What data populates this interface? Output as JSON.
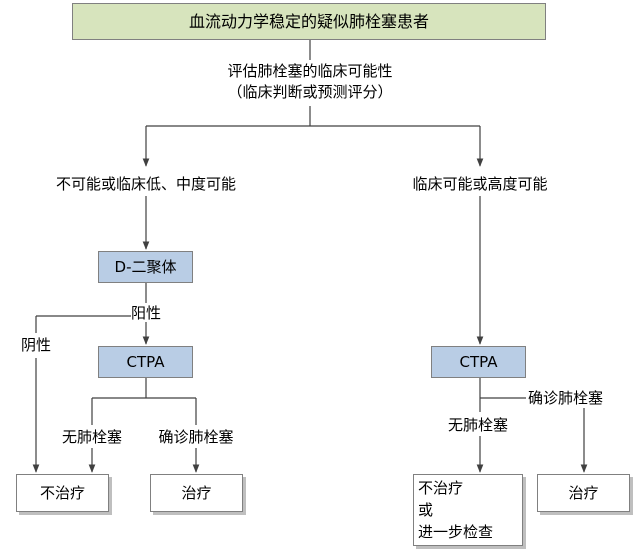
{
  "nodes": {
    "top": "血流动力学稳定的疑似肺栓塞患者",
    "assess_line1": "评估肺栓塞的临床可能性",
    "assess_line2": "（临床判断或预测评分）",
    "left_branch": "不可能或临床低、中度可能",
    "right_branch": "临床可能或高度可能",
    "ddimer": "D-二聚体",
    "positive": "阳性",
    "negative": "阴性",
    "ctpa_left": "CTPA",
    "ctpa_right": "CTPA",
    "no_pe_left": "无肺栓塞",
    "confirmed_left": "确诊肺栓塞",
    "no_pe_right": "无肺栓塞",
    "confirmed_right": "确诊肺栓塞",
    "no_treat_left": "不治疗",
    "treat_left": "治疗",
    "no_treat_right_1": "不治疗",
    "no_treat_right_2": "或",
    "no_treat_right_3": "进一步检查",
    "treat_right": "治疗"
  },
  "colors": {
    "header_fill": "#d7e4bd",
    "test_fill": "#b9cde5",
    "border": "#808080",
    "line": "#404040"
  }
}
